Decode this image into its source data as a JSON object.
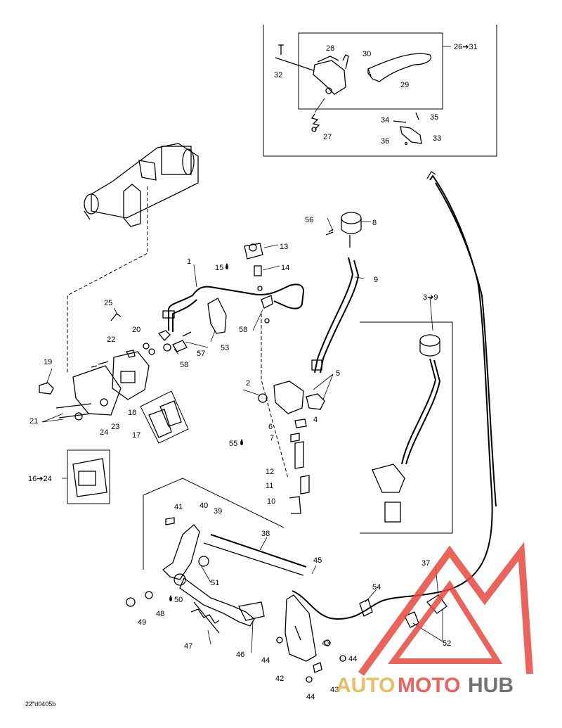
{
  "diagram": {
    "callouts": {
      "c1": "1",
      "c2": "2",
      "c3": "3➔9",
      "c4": "4",
      "c5": "5",
      "c6": "6",
      "c7": "7",
      "c8": "8",
      "c9": "9",
      "c10": "10",
      "c11": "11",
      "c12": "12",
      "c13": "13",
      "c14": "14",
      "c15": "15",
      "c16": "16➔24",
      "c17": "17",
      "c18": "18",
      "c19": "19",
      "c20": "20",
      "c21": "21",
      "c22": "22",
      "c23": "23",
      "c24": "24",
      "c25": "25",
      "c26": "26➔31",
      "c27": "27",
      "c28": "28",
      "c29": "29",
      "c30": "30",
      "c32": "32",
      "c33": "33",
      "c34": "34",
      "c35": "35",
      "c36": "36",
      "c37": "37",
      "c38": "38",
      "c39": "39",
      "c40": "40",
      "c41": "41",
      "c42": "42",
      "c43a": "43",
      "c43b": "43",
      "c44a": "44",
      "c44b": "44",
      "c44c": "44",
      "c45": "45",
      "c46": "46",
      "c47": "47",
      "c48": "48",
      "c49": "49",
      "c50": "50",
      "c51": "51",
      "c52": "52",
      "c53": "53",
      "c54": "54",
      "c55": "55",
      "c56": "56",
      "c57": "57",
      "c58a": "58",
      "c58b": "58"
    },
    "figure_code": "22‴d0405b"
  },
  "watermark": {
    "brand_auto": "AUTO",
    "brand_moto": "MOTO",
    "brand_hub": "HUB",
    "colors": {
      "red": "#e8493f",
      "gold": "#e6b24a",
      "dark": "#5a5a5a"
    }
  }
}
